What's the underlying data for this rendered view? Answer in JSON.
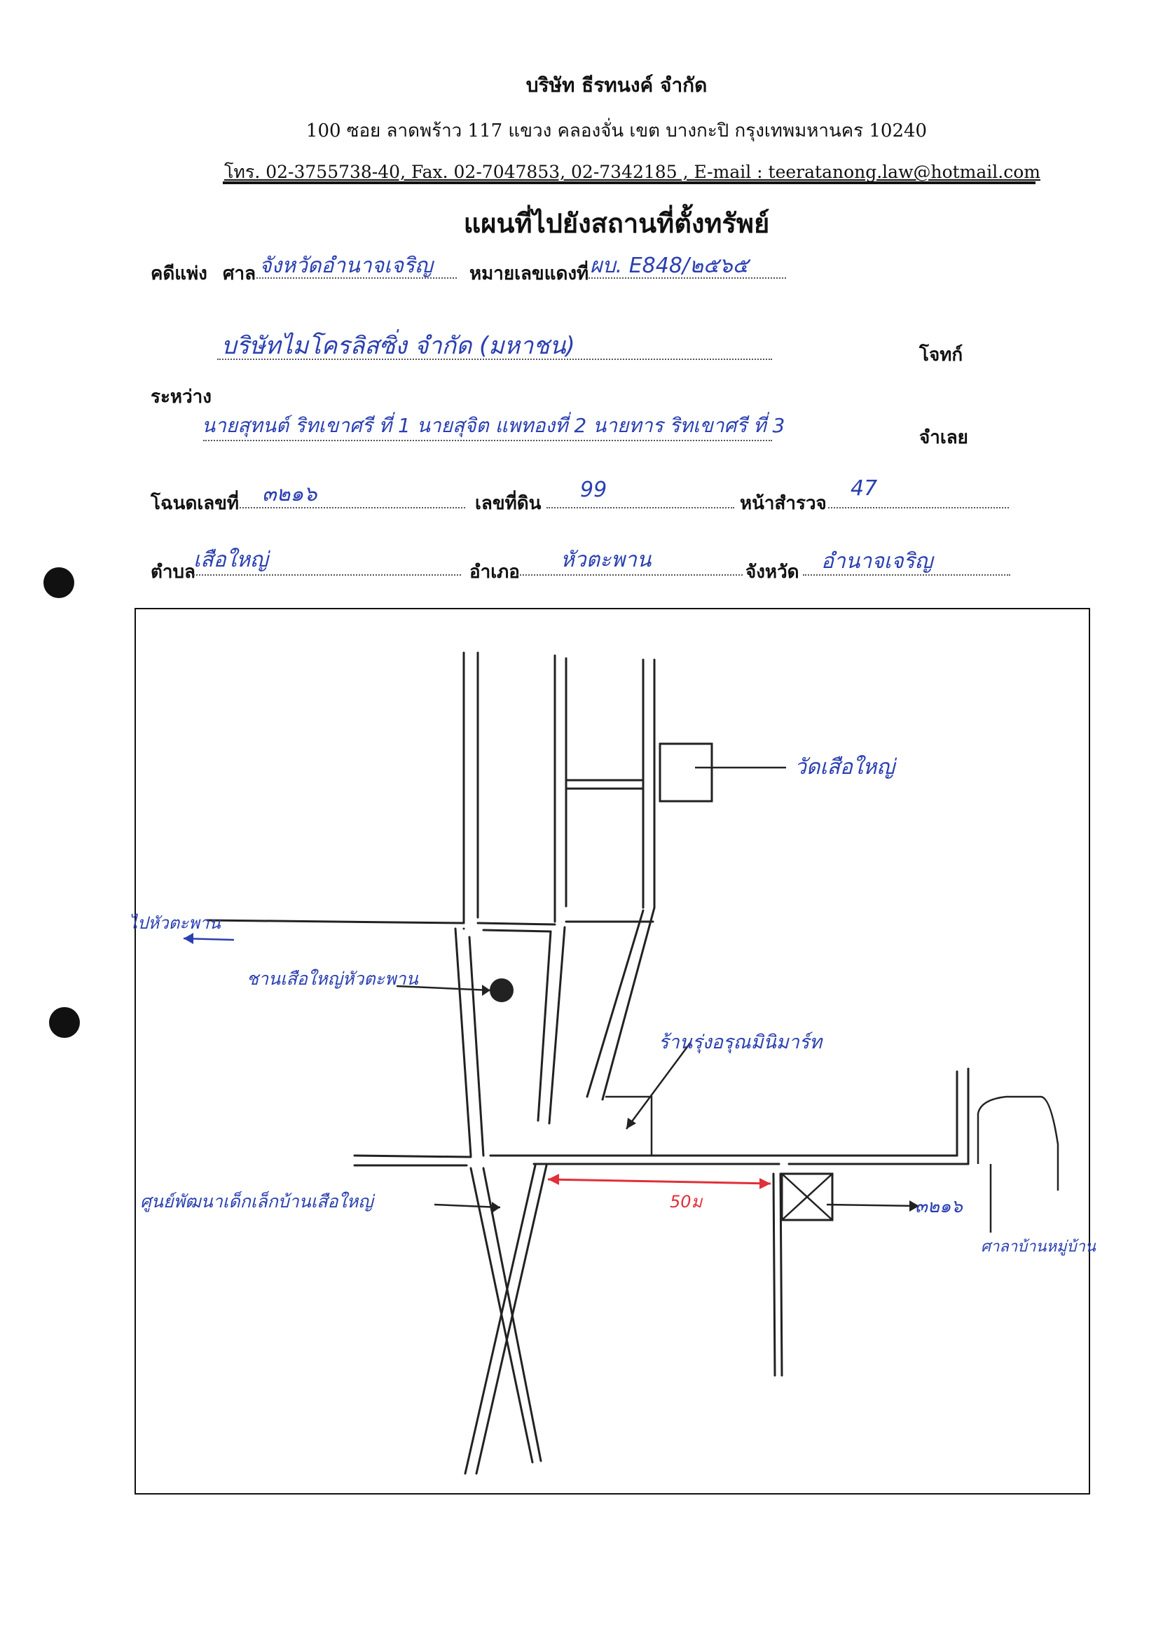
{
  "header": {
    "company": "บริษัท ธีรทนงค์ จำกัด",
    "address": "100 ซอย ลาดพร้าว 117 แขวง คลองจั่น เขต บางกะปิ กรุงเทพมหานคร 10240",
    "contact": "โทร. 02-3755738-40, Fax. 02-7047853, 02-7342185 , E-mail : teeratanong.law@hotmail.com"
  },
  "title": "แผนที่ไปยังสถานที่ตั้งทรัพย์",
  "form": {
    "case_type": "คดีแพ่ง",
    "court_label": "ศาล",
    "court_value": "จังหวัดอำนาจเจริญ",
    "case_no_label": "หมายเลขแดงที่",
    "case_no_value": "ผบ. E848/๒๕๖๕",
    "plaintiff_value": "บริษัทไมโครลิสซิ่ง จำกัด (มหาชน)",
    "plaintiff_label": "โจทก์",
    "between_label": "ระหว่าง",
    "defendant_value": "นายสุทนต์ ริทเขาศรี ที่ 1 นายสุจิต แพทองที่ 2 นายทาร ริทเขาศรี ที่ 3",
    "defendant_label": "จำเลย",
    "deed_label": "โฉนดเลขที่",
    "deed_value": "๓๒๑๖",
    "land_no_label": "เลขที่ดิน",
    "land_no_value": "99",
    "survey_label": "หน้าสำรวจ",
    "survey_value": "47",
    "subdistrict_label": "ตำบล",
    "subdistrict_value": "เสือใหญ่",
    "district_label": "อำเภอ",
    "district_value": "หัวตะพาน",
    "province_label": "จังหวัด",
    "province_value": "อำนาจเจริญ"
  },
  "map": {
    "labels": {
      "temple": "วัดเสือใหญ่",
      "to_town": "ไปหัวตะพาน",
      "market": "ชานเสือใหญ่หัวตะพาน",
      "shop": "ร้านรุ่งอรุณมินิมาร์ท",
      "school": "ศูนย์พัฒนาเด็กเล็กบ้านเสือใหญ่",
      "distance": "50ม",
      "deed": "๓๒๑๖",
      "village": "ศาลาบ้านหมู่บ้าน"
    }
  }
}
